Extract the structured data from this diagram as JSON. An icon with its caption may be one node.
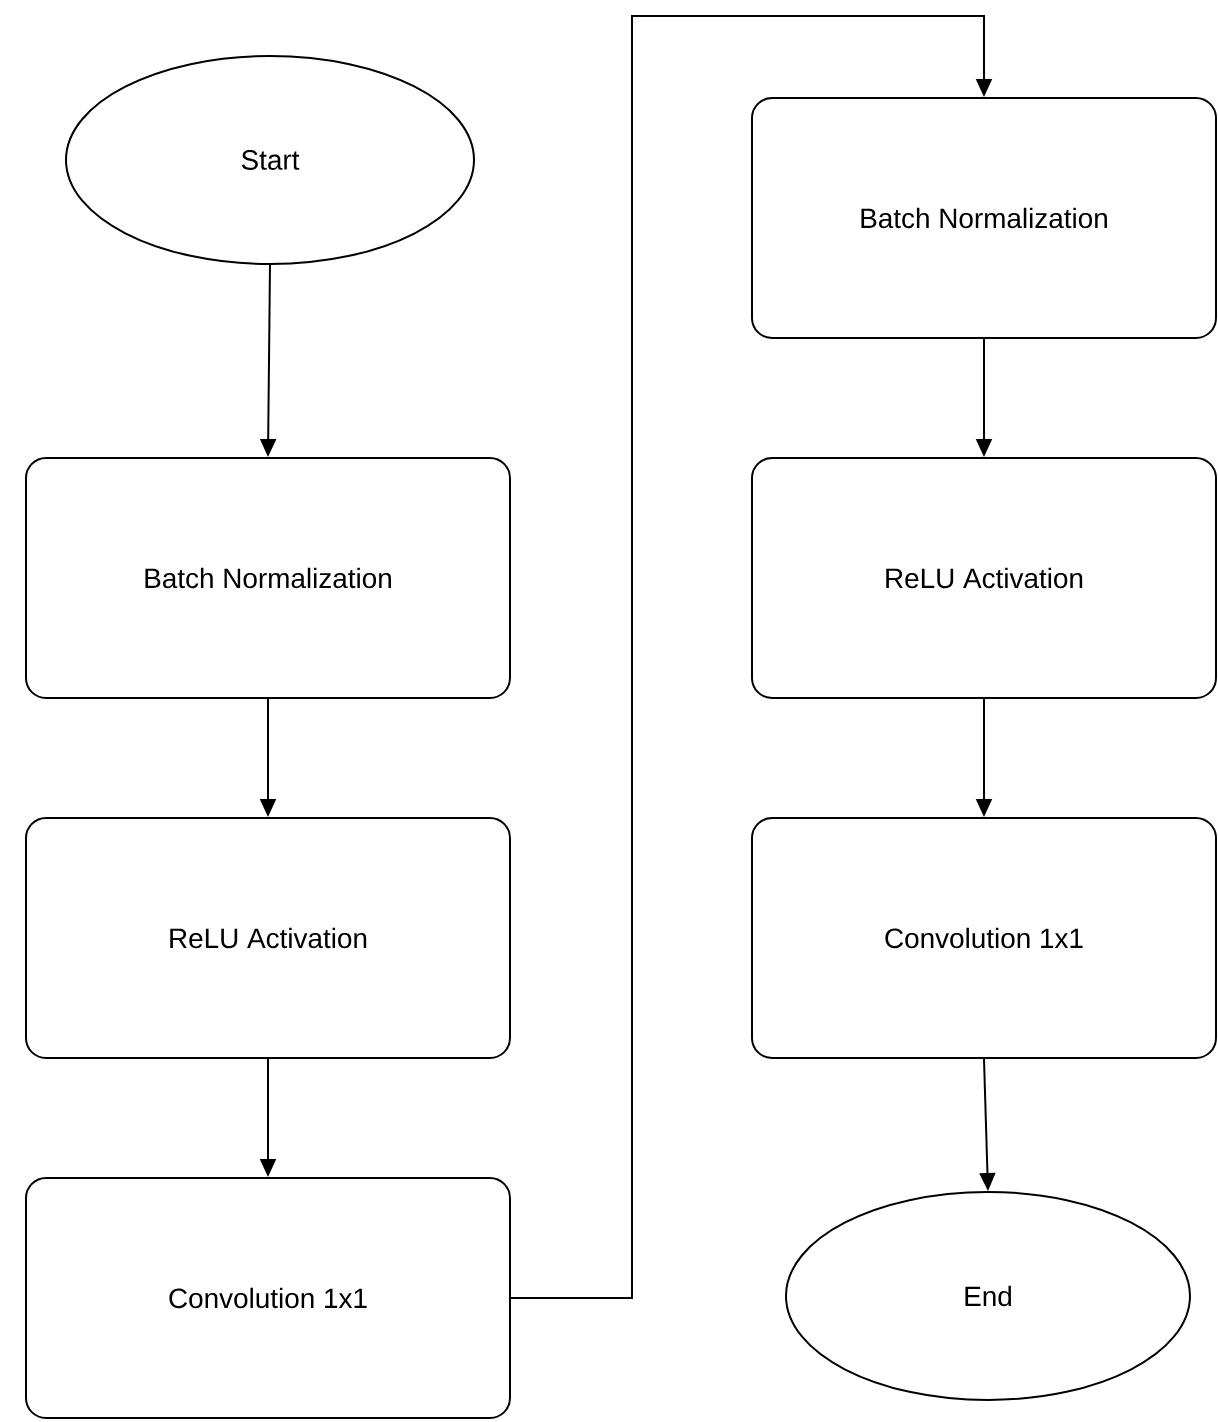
{
  "diagram": {
    "nodes": [
      {
        "text": [
          "Start"
        ]
      },
      {
        "text": [
          "Batch Normalization"
        ]
      },
      {
        "text": [
          "ReLU Activation"
        ]
      },
      {
        "text": [
          "Convolution 1x1"
        ]
      },
      {
        "text": [
          "Batch Normalization"
        ]
      },
      {
        "text": [
          "ReLU Activation"
        ]
      },
      {
        "text": [
          "Convolution 1x1"
        ]
      },
      {
        "text": [
          "End"
        ]
      }
    ],
    "edges": [
      {
        "from": 0,
        "to": 1,
        "arrow": "to"
      },
      {
        "from": 1,
        "to": 2,
        "arrow": "to"
      },
      {
        "from": 2,
        "to": 3,
        "arrow": "to"
      },
      {
        "from": 3,
        "to": 4,
        "arrow": "to"
      },
      {
        "from": 4,
        "to": 5,
        "arrow": "to"
      },
      {
        "from": 5,
        "to": 6,
        "arrow": "to"
      },
      {
        "from": 6,
        "to": 7,
        "arrow": "to"
      }
    ]
  }
}
